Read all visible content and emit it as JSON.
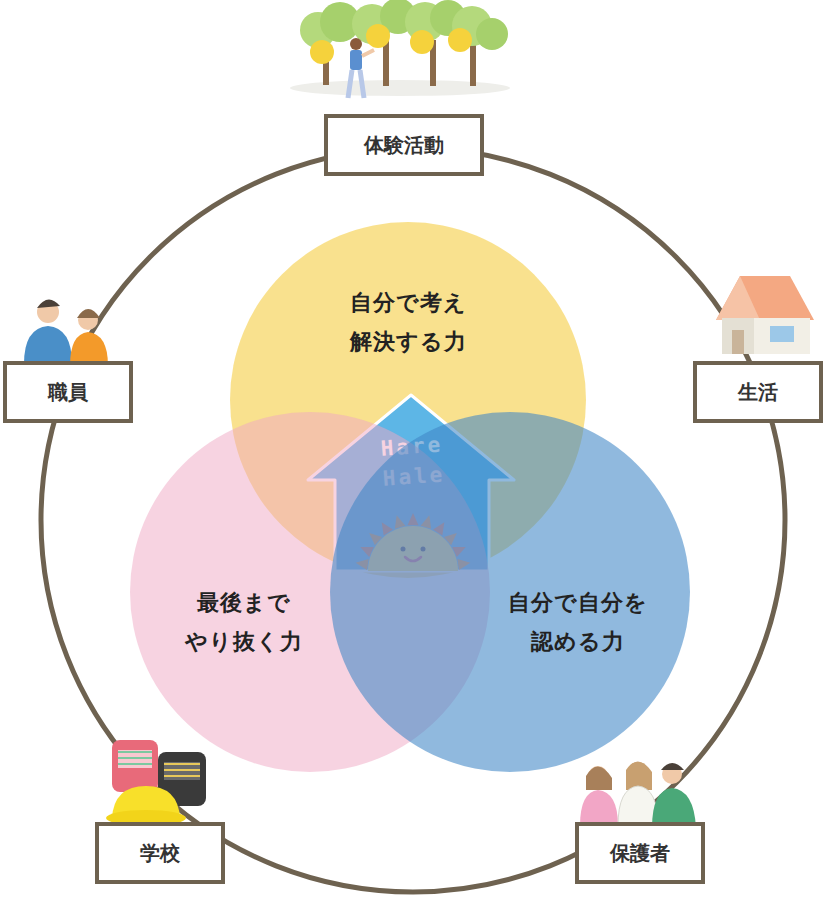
{
  "diagram": {
    "nodes": [
      {
        "text": [
          "体験活動"
        ]
      },
      {
        "text": [
          "職員"
        ]
      },
      {
        "text": [
          "生活"
        ]
      },
      {
        "text": [
          "自分で考え 解決する力"
        ]
      },
      {
        "text": [
          "Hare Hale"
        ]
      },
      {
        "text": [
          "最後まで やり抜く力"
        ]
      },
      {
        "text": [
          "自分で自分を 認める力"
        ]
      },
      {
        "text": [
          "学校"
        ]
      },
      {
        "text": [
          "保護者"
        ]
      }
    ]
  }
}
